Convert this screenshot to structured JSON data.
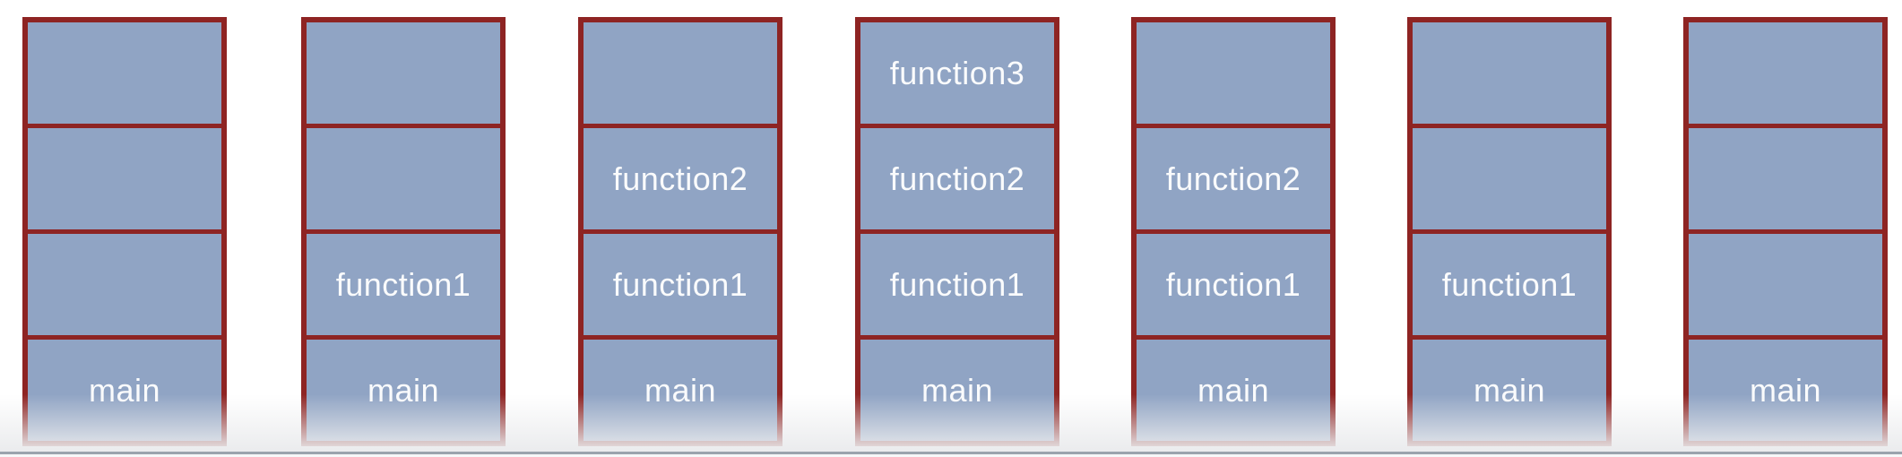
{
  "diagram": {
    "kind": "call-stack-sequence",
    "stack_count": 7,
    "frames_per_stack": 4
  },
  "labels": {
    "main": "main",
    "function1": "function1",
    "function2": "function2",
    "function3": "function3"
  },
  "stacks": [
    {
      "cells": [
        "",
        "",
        "",
        "main"
      ]
    },
    {
      "cells": [
        "",
        "",
        "function1",
        "main"
      ]
    },
    {
      "cells": [
        "",
        "function2",
        "function1",
        "main"
      ]
    },
    {
      "cells": [
        "function3",
        "function2",
        "function1",
        "main"
      ]
    },
    {
      "cells": [
        "",
        "function2",
        "function1",
        "main"
      ]
    },
    {
      "cells": [
        "",
        "",
        "function1",
        "main"
      ]
    },
    {
      "cells": [
        "",
        "",
        "",
        "main"
      ]
    }
  ],
  "colors": {
    "frame_fill": "#90a4c4",
    "frame_border": "#8e2423",
    "label_text": "#fafbfc",
    "background": "#ffffff",
    "bottom_edge_line": "#9aa3ad"
  }
}
